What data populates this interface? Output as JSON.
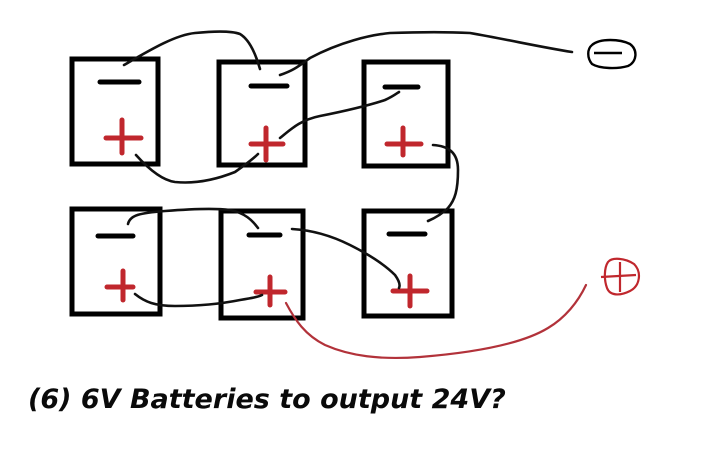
{
  "caption": "(6) 6V Batteries to output 24V?",
  "colors": {
    "wire": "#111111",
    "positive": "#c0272d",
    "box": "#000000",
    "output_positive_wire": "#b2323a"
  },
  "batteries": [
    {
      "id": "B1",
      "row": "top",
      "neg_label": "−",
      "pos_label": "+"
    },
    {
      "id": "B2",
      "row": "top",
      "neg_label": "−",
      "pos_label": "+"
    },
    {
      "id": "B3",
      "row": "top",
      "neg_label": "−",
      "pos_label": "+"
    },
    {
      "id": "B4",
      "row": "bottom",
      "neg_label": "−",
      "pos_label": "+"
    },
    {
      "id": "B5",
      "row": "bottom",
      "neg_label": "−",
      "pos_label": "+"
    },
    {
      "id": "B6",
      "row": "bottom",
      "neg_label": "−",
      "pos_label": "+"
    }
  ],
  "terminals": {
    "output_negative": "−",
    "output_positive": "+"
  }
}
